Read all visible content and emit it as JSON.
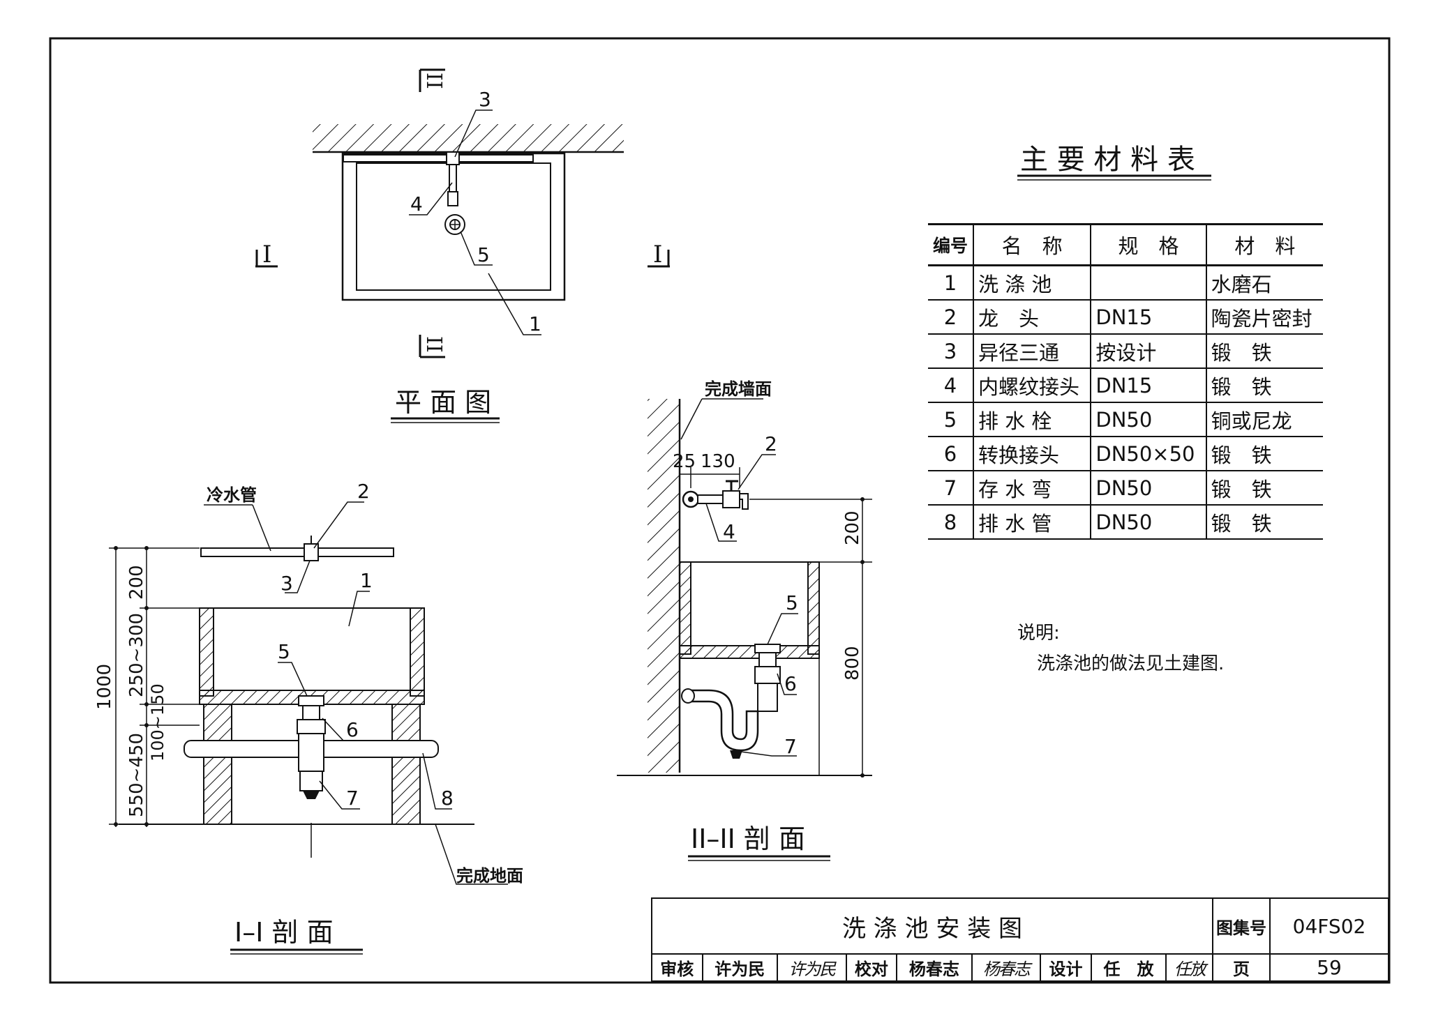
{
  "plan_view": {
    "title": "平 面 图",
    "section_mark_1": "I",
    "section_mark_2": "II",
    "labels": {
      "n1": "1",
      "n3": "3",
      "n4": "4",
      "n5": "5"
    }
  },
  "section_1": {
    "title": "I–I 剖 面",
    "cold_water_pipe": "冷水管",
    "finished_floor": "完成地面",
    "labels": {
      "n1": "1",
      "n2": "2",
      "n3": "3",
      "n5": "5",
      "n6": "6",
      "n7": "7",
      "n8": "8"
    },
    "dimensions": {
      "total": "1000",
      "top": "200",
      "basin": "250~300",
      "bottom_slab": "100~150",
      "support": "550~450"
    }
  },
  "section_2": {
    "title": "II–II 剖 面",
    "finished_wall": "完成墙面",
    "labels": {
      "n2": "2",
      "n4": "4",
      "n5": "5",
      "n6": "6",
      "n7": "7"
    },
    "dimensions": {
      "wall_offset": "25",
      "tap_offset": "130",
      "top": "200",
      "height": "800"
    }
  },
  "materials_table": {
    "title": "主 要 材 料 表",
    "headers": [
      "编号",
      "名　称",
      "规　格",
      "材　料"
    ],
    "rows": [
      [
        "1",
        "洗 涤 池",
        "",
        "水磨石"
      ],
      [
        "2",
        "龙　头",
        "DN15",
        "陶瓷片密封"
      ],
      [
        "3",
        "异径三通",
        "按设计",
        "锻　铁"
      ],
      [
        "4",
        "内螺纹接头",
        "DN15",
        "锻　铁"
      ],
      [
        "5",
        "排 水 栓",
        "DN50",
        "铜或尼龙"
      ],
      [
        "6",
        "转换接头",
        "DN50×50",
        "锻　铁"
      ],
      [
        "7",
        "存 水 弯",
        "DN50",
        "锻　铁"
      ],
      [
        "8",
        "排 水 管",
        "DN50",
        "锻　铁"
      ]
    ]
  },
  "note": {
    "heading": "说明:",
    "text": "洗涤池的做法见土建图."
  },
  "title_block": {
    "drawing_title": "洗 涤 池 安 装 图",
    "atlas_label": "图集号",
    "atlas_no": "04FS02",
    "page_label": "页",
    "page_no": "59",
    "review_label": "审核",
    "reviewer": "许为民",
    "reviewer_sig": "许为民",
    "check_label": "校对",
    "checker": "杨春志",
    "checker_sig": "杨春志",
    "design_label": "设计",
    "designer": "任　放",
    "designer_sig": "任放"
  }
}
